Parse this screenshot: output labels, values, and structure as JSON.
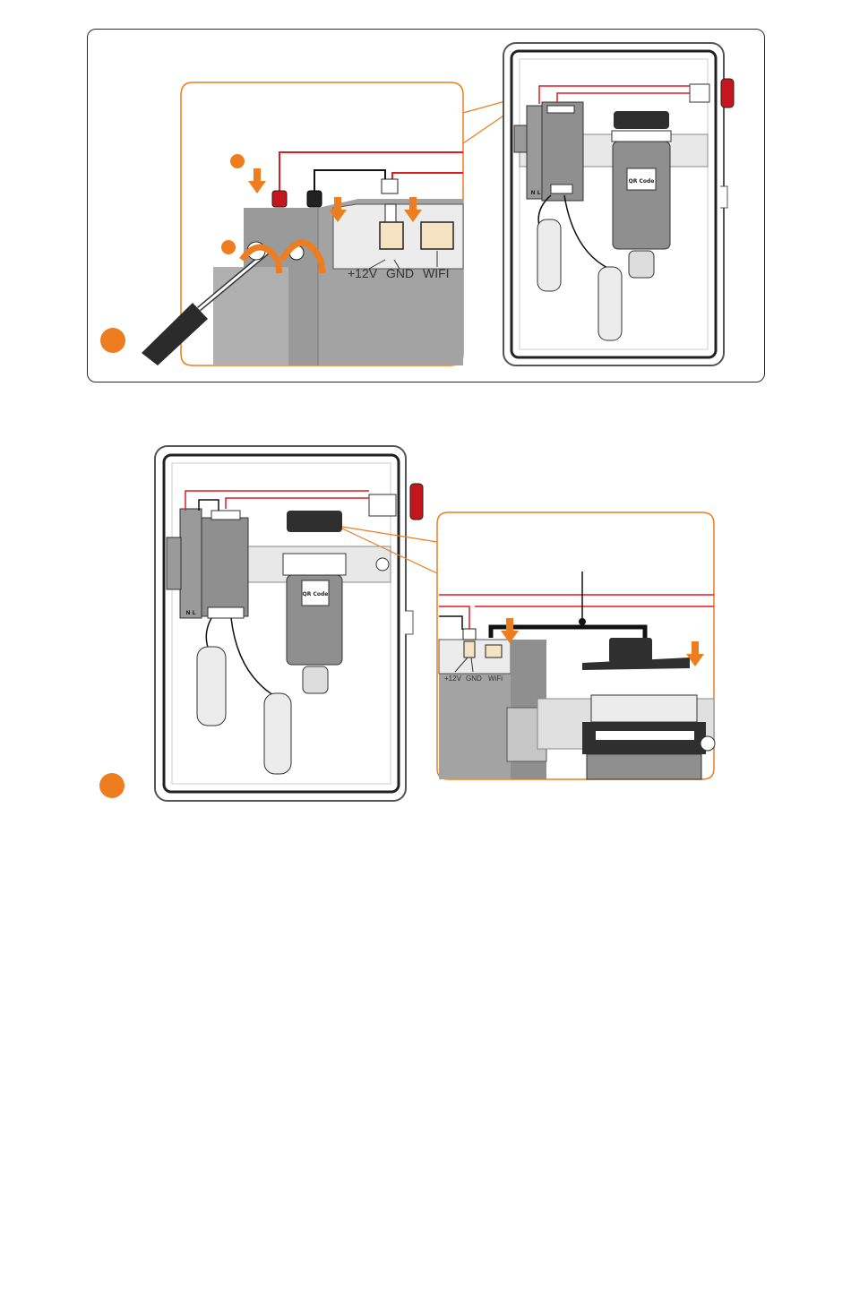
{
  "colors": {
    "accent": "#ee7d1f",
    "wire_red": "#e01b22",
    "enclosure_gray": "#9a9a9a",
    "terminal_fill": "#f5e3c4"
  },
  "panel_1": {
    "terminal_labels": [
      "+12V",
      "GND",
      "WIFI"
    ],
    "device_label": "QR Code",
    "din_markings": "N L",
    "step_badges": [
      "",
      "",
      ""
    ]
  },
  "panel_2": {
    "terminal_labels": [
      "+12V",
      "GND",
      "WiFi"
    ],
    "device_label": "QR Code",
    "din_markings": "N L",
    "step_badges": [
      ""
    ]
  }
}
